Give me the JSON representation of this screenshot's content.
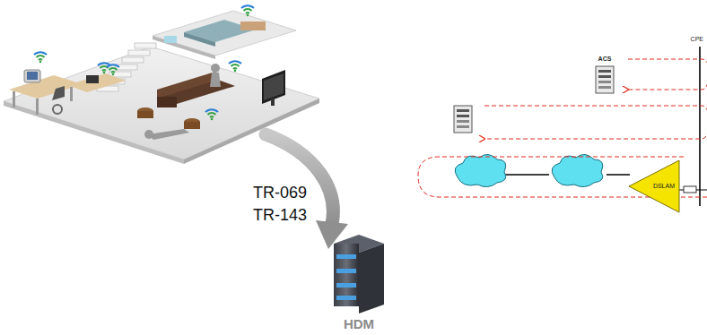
{
  "diagram": {
    "nodes": [
      {
        "text": [
          "ACS"
        ]
      },
      {
        "text": [
          "DSLAM"
        ]
      },
      {
        "text": [
          "HDM"
        ]
      }
    ],
    "labels": [
      "TR-069",
      "TR-143",
      "CPE"
    ]
  }
}
